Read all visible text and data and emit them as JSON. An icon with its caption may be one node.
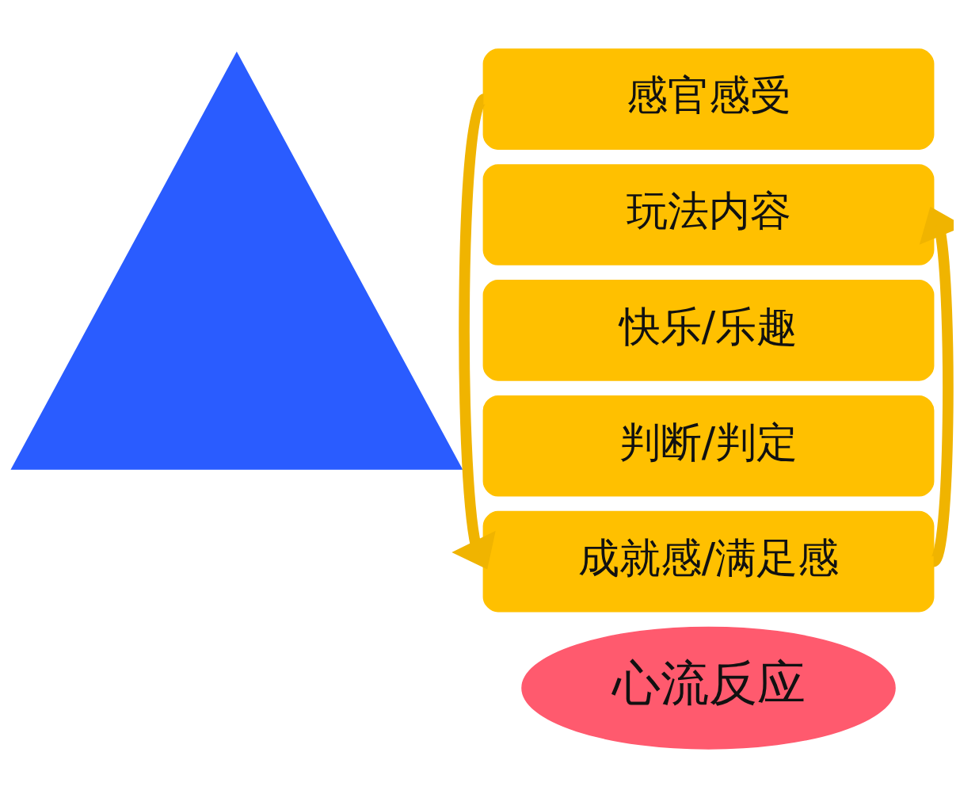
{
  "diagram": {
    "nodes": [
      {
        "text": [],
        "shape": "triangle"
      },
      {
        "text": [
          "感官感受"
        ]
      },
      {
        "text": [
          "玩法内容"
        ]
      },
      {
        "text": [
          "快乐/乐趣"
        ]
      },
      {
        "text": [
          "判断/判定"
        ]
      },
      {
        "text": [
          "成就感/满足感"
        ]
      },
      {
        "text": [
          "心流反应"
        ]
      }
    ],
    "edges": [
      {
        "from": 1,
        "to": 5,
        "arrow": "to"
      },
      {
        "from": 5,
        "to": 2,
        "arrow": "to"
      }
    ]
  }
}
